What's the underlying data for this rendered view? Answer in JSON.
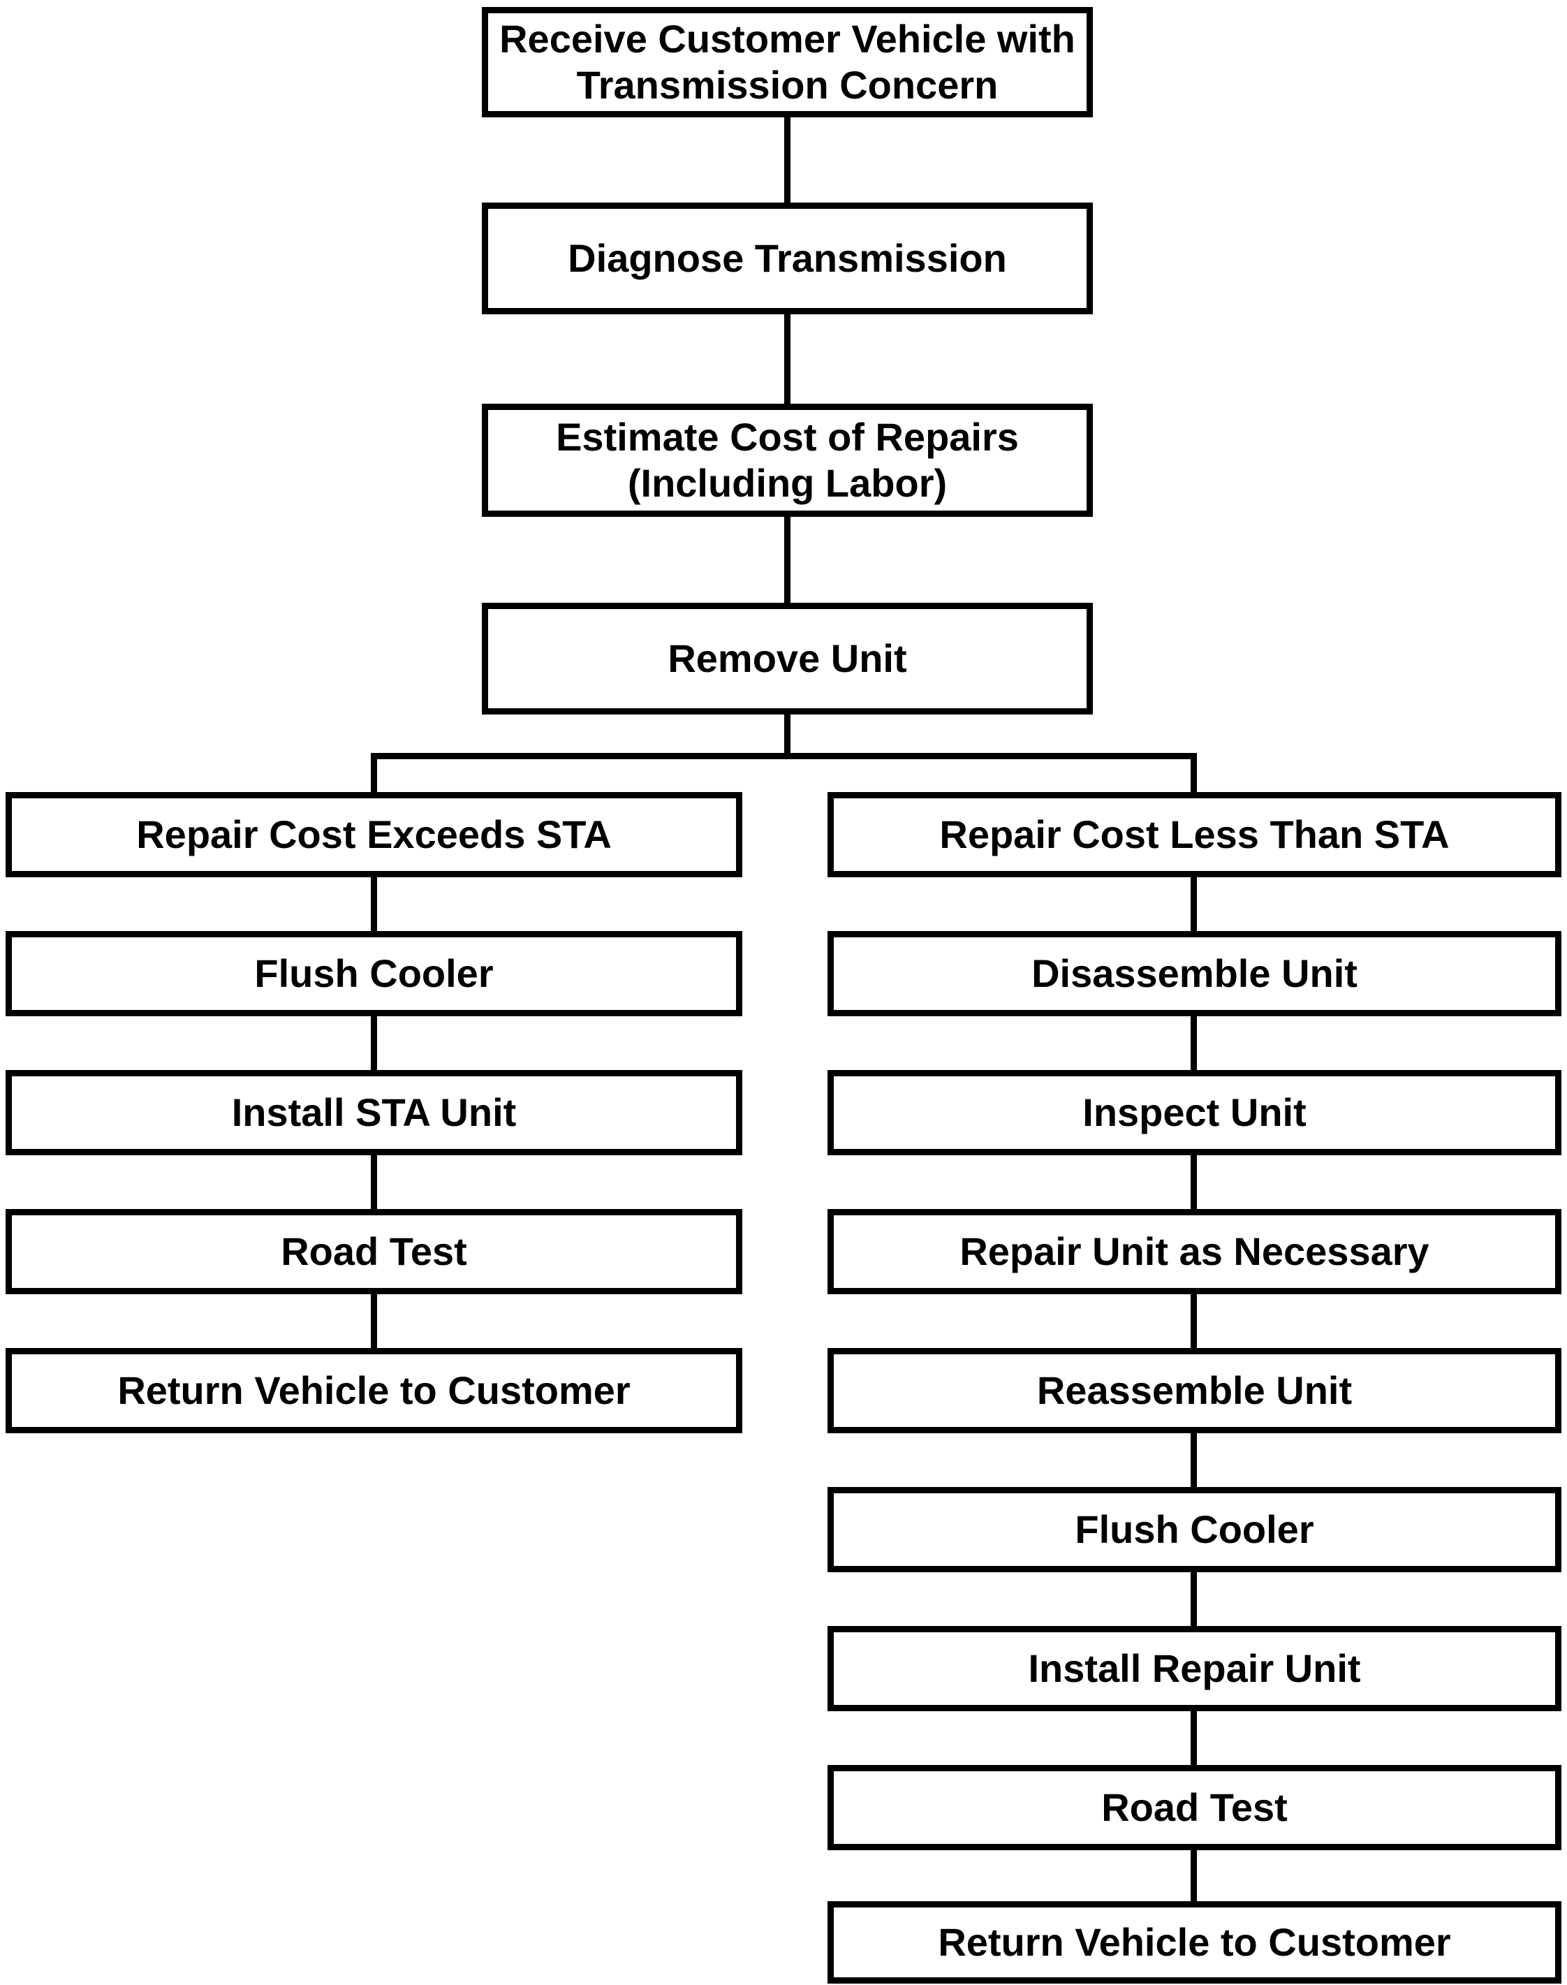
{
  "flowchart": {
    "colors": {
      "background": "#ffffff",
      "box_fill": "#ffffff",
      "box_border": "#000000",
      "text": "#000000"
    },
    "main_sequence": [
      {
        "label": "Receive Customer Vehicle with Transmission Concern"
      },
      {
        "label": "Diagnose Transmission"
      },
      {
        "label": "Estimate Cost of Repairs (Including Labor)"
      },
      {
        "label": "Remove Unit"
      }
    ],
    "left_branch": [
      {
        "label": "Repair Cost Exceeds STA"
      },
      {
        "label": "Flush Cooler"
      },
      {
        "label": "Install STA Unit"
      },
      {
        "label": "Road Test"
      },
      {
        "label": "Return Vehicle to Customer"
      }
    ],
    "right_branch": [
      {
        "label": "Repair Cost Less Than STA"
      },
      {
        "label": "Disassemble Unit"
      },
      {
        "label": "Inspect Unit"
      },
      {
        "label": "Repair Unit as Necessary"
      },
      {
        "label": "Reassemble Unit"
      },
      {
        "label": "Flush Cooler"
      },
      {
        "label": "Install Repair Unit"
      },
      {
        "label": "Road Test"
      },
      {
        "label": "Return Vehicle to Customer"
      }
    ]
  }
}
